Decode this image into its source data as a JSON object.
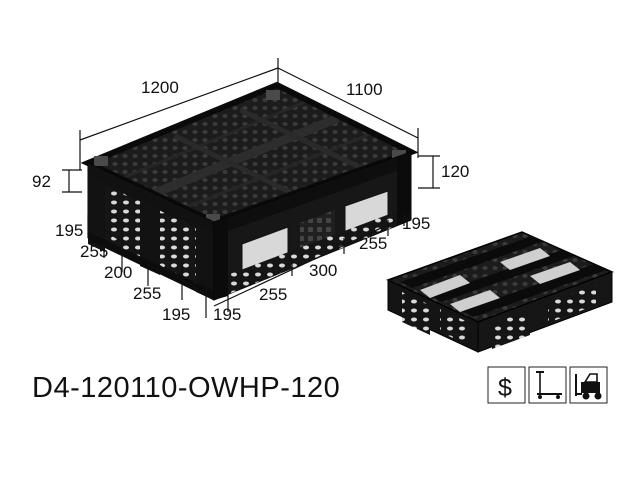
{
  "product": {
    "model_code": "D4-120110-OWHP-120",
    "color": "#1a1a1a"
  },
  "dimensions": {
    "length": "1200",
    "width": "1100",
    "deck_height": "92",
    "total_height": "120",
    "front_segments_left": [
      "195",
      "255",
      "200",
      "255",
      "195"
    ],
    "front_segments_right": [
      "195",
      "255",
      "300",
      "255",
      "195"
    ]
  },
  "icons": [
    {
      "name": "dollar-icon",
      "glyph": "$"
    },
    {
      "name": "pallet-jack-icon"
    },
    {
      "name": "forklift-icon"
    }
  ]
}
